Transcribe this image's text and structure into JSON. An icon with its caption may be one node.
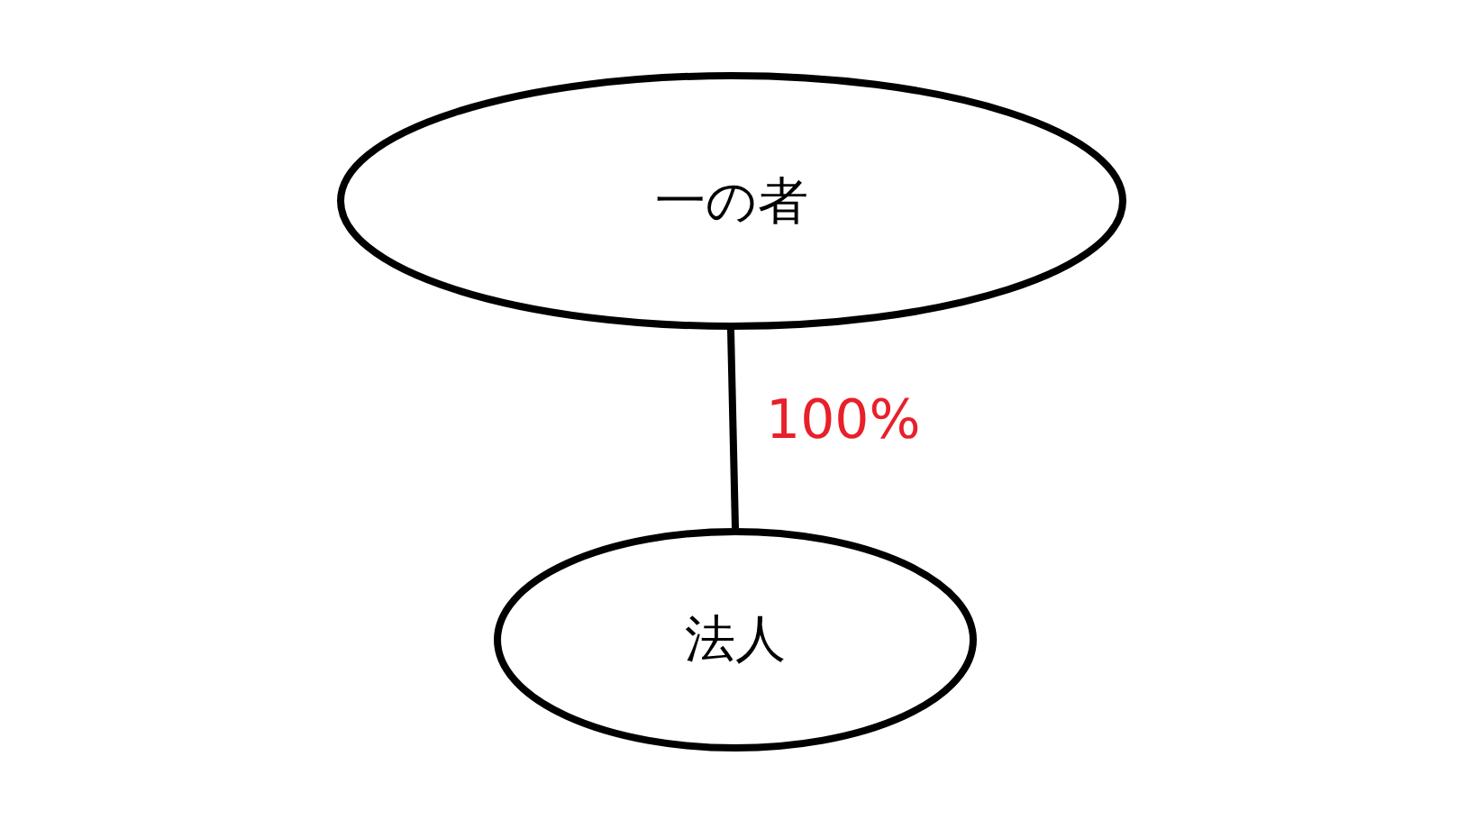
{
  "diagram": {
    "nodes": [
      {
        "text": [
          "一の者"
        ]
      },
      {
        "text": [
          "法人"
        ]
      }
    ],
    "edges": [
      {
        "from": 0,
        "to": 1,
        "arrow": "none",
        "label": "100%"
      }
    ]
  }
}
